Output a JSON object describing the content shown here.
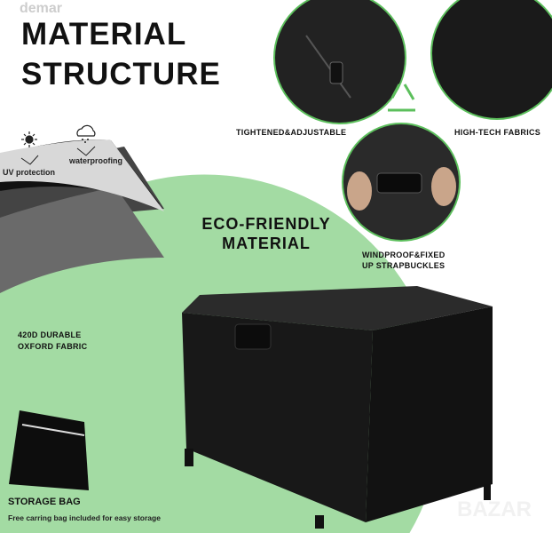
{
  "watermark_top": "demar",
  "watermark_bottom": "BAZAR",
  "title_line1": "MATERIAL",
  "title_line2": "STRUCTURE",
  "layers": {
    "uv": "UV protection",
    "water": "waterproofing"
  },
  "eco": {
    "line1": "ECO-FRIENDLY",
    "line2": "MATERIAL"
  },
  "features": {
    "tightened": "TIGHTENED&ADJUSTABLE",
    "hightech": "HIGH-TECH FABRICS",
    "windproof1": "WINDPROOF&FIXED",
    "windproof2": "UP STRAPBUCKLES"
  },
  "fabric": {
    "line1": "420D DURABLE",
    "line2": "OXFORD FABRIC"
  },
  "storage": {
    "title": "STORAGE BAG",
    "desc": "Free carring bag included for easy storage"
  },
  "colors": {
    "green": "#a3dba3",
    "accent_green": "#5cbf5c",
    "cover": "#1b1b1b"
  }
}
